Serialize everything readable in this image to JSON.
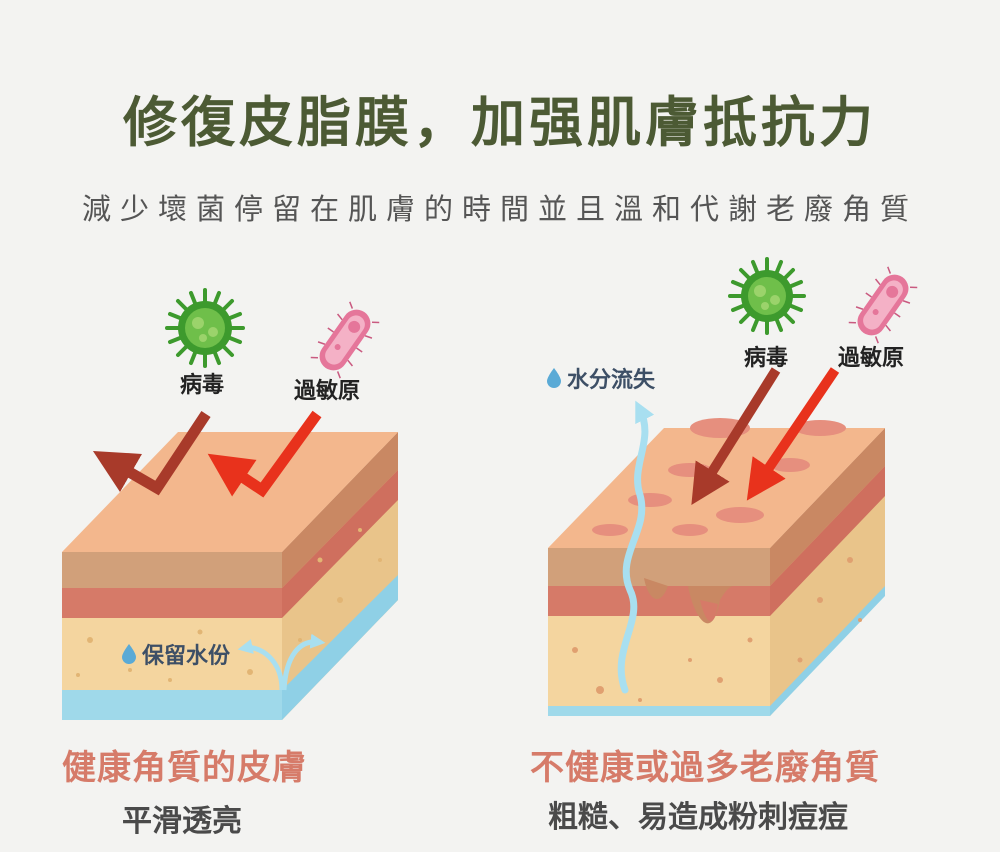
{
  "header": {
    "title": "修復皮脂膜，加强肌膚抵抗力",
    "subtitle": "減少壞菌停留在肌膚的時間並且溫和代謝老廢角質"
  },
  "left_panel": {
    "virus_label": "病毒",
    "allergen_label": "過敏原",
    "water_label": "保留水份",
    "caption": "健康角質的皮膚",
    "subcaption": "平滑透亮"
  },
  "right_panel": {
    "virus_label": "病毒",
    "allergen_label": "過敏原",
    "water_label": "水分流失",
    "caption": "不健康或過多老廢角質",
    "subcaption": "粗糙、易造成粉刺痘痘"
  },
  "colors": {
    "title": "#4c5a34",
    "surface": "#f3b78d",
    "dermis_band": "#d67a68",
    "fat_layer": "#f4d59f",
    "water_band": "#9fd9ea",
    "arrow_red": "#e8321c",
    "arrow_dark": "#a83a2a",
    "virus": "#3d9a2d",
    "bacteria": "#e5769a"
  },
  "icons": [
    "virus-icon",
    "bacteria-icon",
    "water-drop-icon"
  ]
}
